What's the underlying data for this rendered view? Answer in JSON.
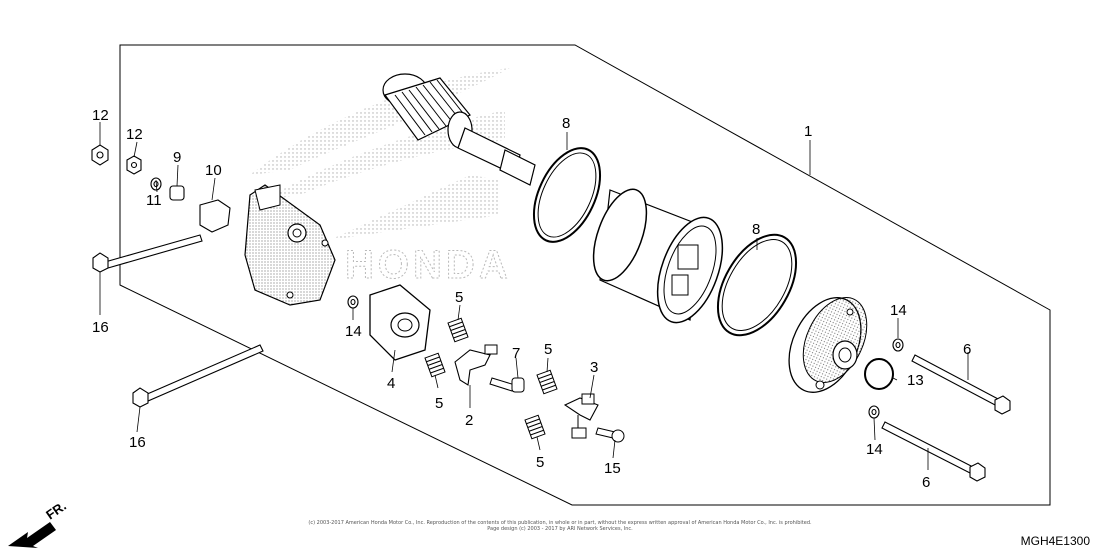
{
  "labels": {
    "p1": "1",
    "p2": "2",
    "p3": "3",
    "p4": "4",
    "p5a": "5",
    "p5b": "5",
    "p5c": "5",
    "p5d": "5",
    "p6a": "6",
    "p6b": "6",
    "p7": "7",
    "p8a": "8",
    "p8b": "8",
    "p9": "9",
    "p10": "10",
    "p11": "11",
    "p12a": "12",
    "p12b": "12",
    "p13": "13",
    "p14a": "14",
    "p14b": "14",
    "p14c": "14",
    "p15": "15",
    "p16a": "16",
    "p16b": "16"
  },
  "direction": "FR.",
  "watermark": "HONDA",
  "diagram_code": "MGH4E1300",
  "copyright_lines": [
    "(c) 2003-2017 American Honda Motor Co., Inc. Reproduction of the contents of this publication, in whole or in part, without the express written approval of American Honda Motor Co., Inc. is prohibited.",
    "Page design (c) 2003 - 2017 by ARI Network Services, Inc."
  ]
}
